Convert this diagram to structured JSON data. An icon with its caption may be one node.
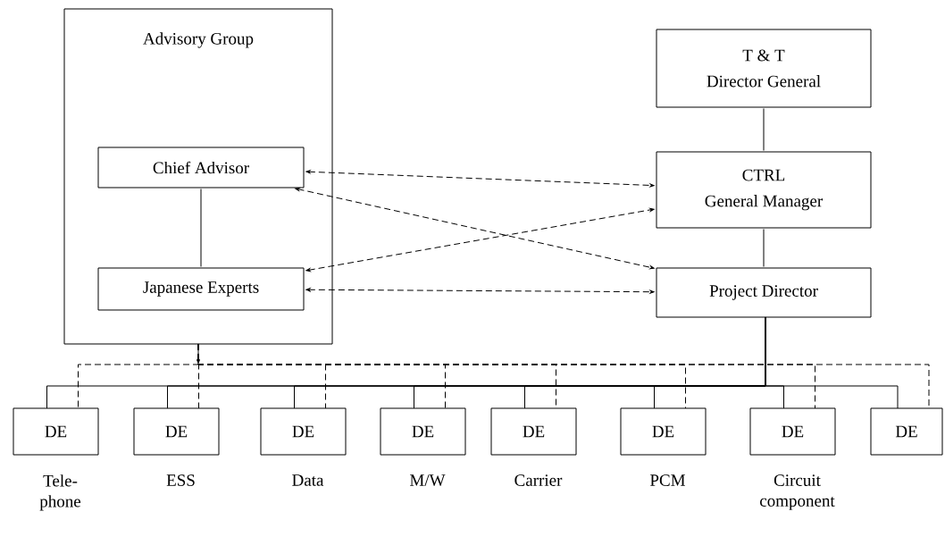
{
  "diagram": {
    "nodes": [
      {
        "text": [
          "Advisory Group"
        ]
      },
      {
        "text": [
          "Chief Advisor"
        ],
        "in": 0
      },
      {
        "text": [
          "Japanese Experts"
        ],
        "in": 0
      },
      {
        "text": [
          "T & T",
          "Director General"
        ]
      },
      {
        "text": [
          "CTRL",
          "General Manager"
        ]
      },
      {
        "text": [
          "Project Director"
        ]
      },
      {
        "text": [
          "DE"
        ],
        "beside": [
          "Tele- phone"
        ]
      },
      {
        "text": [
          "DE"
        ],
        "beside": [
          "ESS"
        ]
      },
      {
        "text": [
          "DE"
        ],
        "beside": [
          "Data"
        ]
      },
      {
        "text": [
          "DE"
        ],
        "beside": [
          "M/W"
        ]
      },
      {
        "text": [
          "DE"
        ],
        "beside": [
          "Carrier"
        ]
      },
      {
        "text": [
          "DE"
        ],
        "beside": [
          "PCM"
        ]
      },
      {
        "text": [
          "DE"
        ],
        "beside": [
          "Circuit component"
        ]
      },
      {
        "text": [
          "DE"
        ]
      }
    ],
    "edges": [
      {
        "from": 3,
        "to": 4,
        "arrow": "none"
      },
      {
        "from": 4,
        "to": 5,
        "arrow": "none"
      },
      {
        "from": 1,
        "to": 2,
        "arrow": "none"
      },
      {
        "from": 1,
        "to": 4,
        "arrow": "both",
        "style": "dashed"
      },
      {
        "from": 1,
        "to": 5,
        "arrow": "both",
        "style": "dashed"
      },
      {
        "from": 2,
        "to": 4,
        "arrow": "both",
        "style": "dashed"
      },
      {
        "from": 2,
        "to": 5,
        "arrow": "both",
        "style": "dashed"
      },
      {
        "from": 5,
        "to": 6,
        "arrow": "none"
      },
      {
        "from": 5,
        "to": 7,
        "arrow": "none"
      },
      {
        "from": 5,
        "to": 8,
        "arrow": "none"
      },
      {
        "from": 5,
        "to": 9,
        "arrow": "none"
      },
      {
        "from": 5,
        "to": 10,
        "arrow": "none"
      },
      {
        "from": 5,
        "to": 11,
        "arrow": "none"
      },
      {
        "from": 5,
        "to": 12,
        "arrow": "none"
      },
      {
        "from": 5,
        "to": 13,
        "arrow": "none"
      },
      {
        "from": 0,
        "to": null,
        "arrow": "to"
      },
      {
        "from": 0,
        "to": 6,
        "arrow": "none",
        "style": "dashed"
      },
      {
        "from": 0,
        "to": 7,
        "arrow": "none",
        "style": "dashed"
      },
      {
        "from": 0,
        "to": 8,
        "arrow": "none",
        "style": "dashed"
      },
      {
        "from": 0,
        "to": 9,
        "arrow": "none",
        "style": "dashed"
      },
      {
        "from": 0,
        "to": 10,
        "arrow": "none",
        "style": "dashed"
      },
      {
        "from": 0,
        "to": 11,
        "arrow": "none",
        "style": "dashed"
      },
      {
        "from": 0,
        "to": 12,
        "arrow": "none",
        "style": "dashed"
      },
      {
        "from": 0,
        "to": 13,
        "arrow": "none",
        "style": "dashed"
      }
    ]
  }
}
